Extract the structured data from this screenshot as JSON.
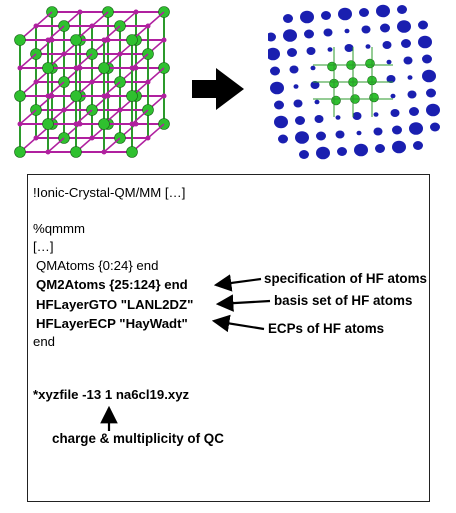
{
  "title_line": "!Ionic-Crystal-QM/MM […]",
  "code": {
    "block_start": "%qmmm",
    "ellipsis": "[…]",
    "qm_atoms": "QMAtoms {0:24} end",
    "qm2_atoms": "QM2Atoms {25:124} end",
    "hf_gto": "HFLayerGTO \"LANL2DZ\"",
    "hf_ecp": "HFLayerECP \"HayWadt\"",
    "block_end": "end",
    "xyzfile": "*xyzfile -13 1 na6cl19.xyz"
  },
  "annotations": {
    "spec_hf_atoms": "specification of HF atoms",
    "basis_set": "basis set of HF atoms",
    "ecps": "ECPs of HF atoms",
    "charge_mult": "charge & multiplicity of QC"
  },
  "colors": {
    "green_atom": "#2fc02f",
    "magenta_bond": "#b0209f",
    "blue_atom": "#1a1fb0",
    "arrow": "#000000"
  }
}
